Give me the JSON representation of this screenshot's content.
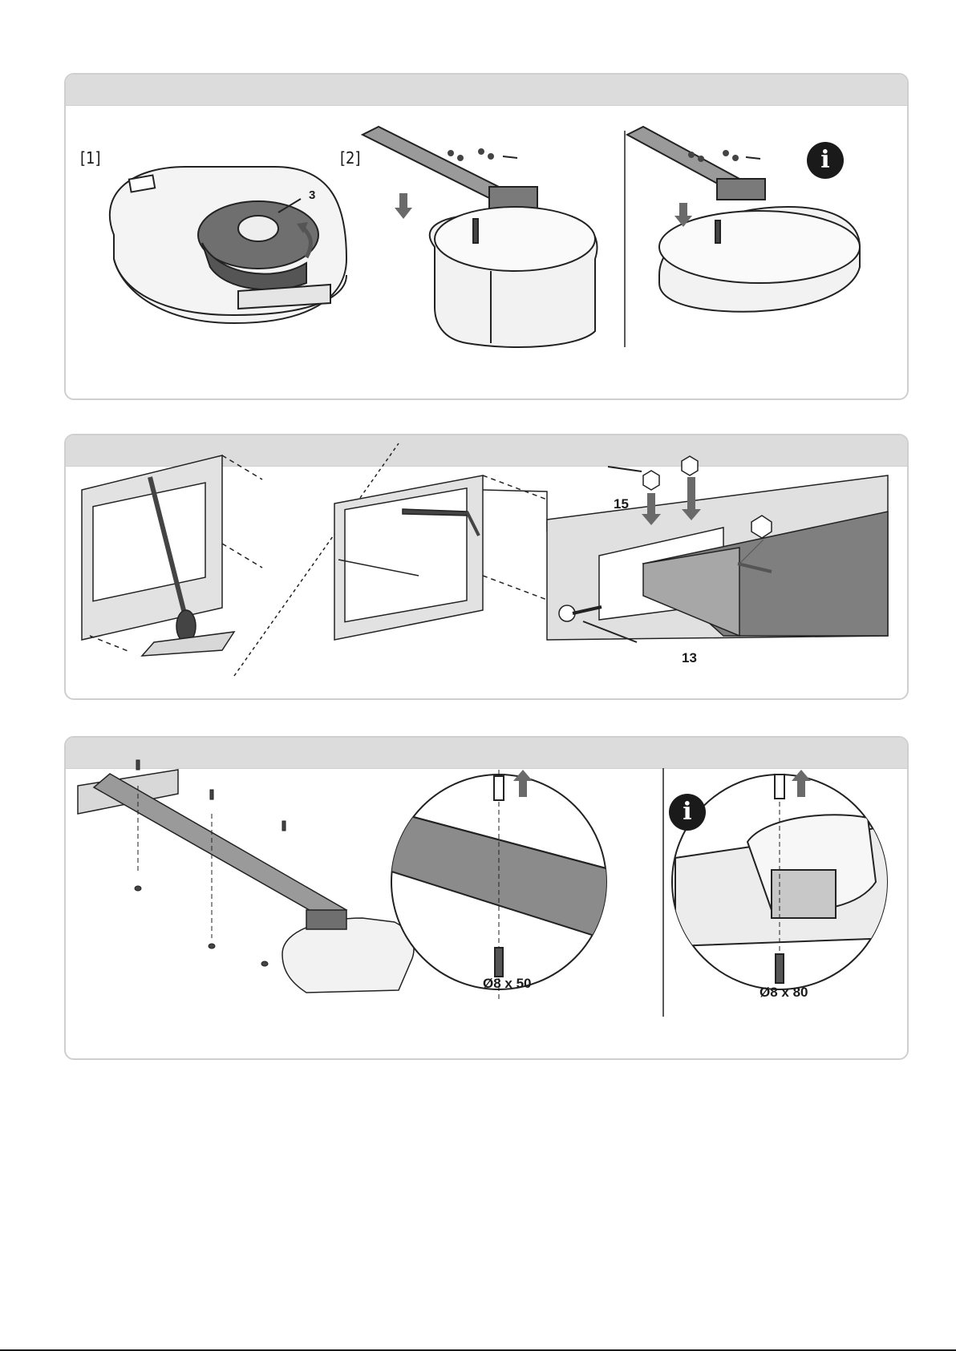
{
  "panel1": {
    "step1_label": "[1]",
    "step2_label": "[2]",
    "callout_3": "3",
    "info_icon": "i"
  },
  "panel2": {
    "callout_15": "15",
    "callout_13": "13"
  },
  "panel3": {
    "screw_size_1": "Ø8 x 50",
    "screw_size_2": "Ø8 x 80",
    "info_icon": "i"
  }
}
